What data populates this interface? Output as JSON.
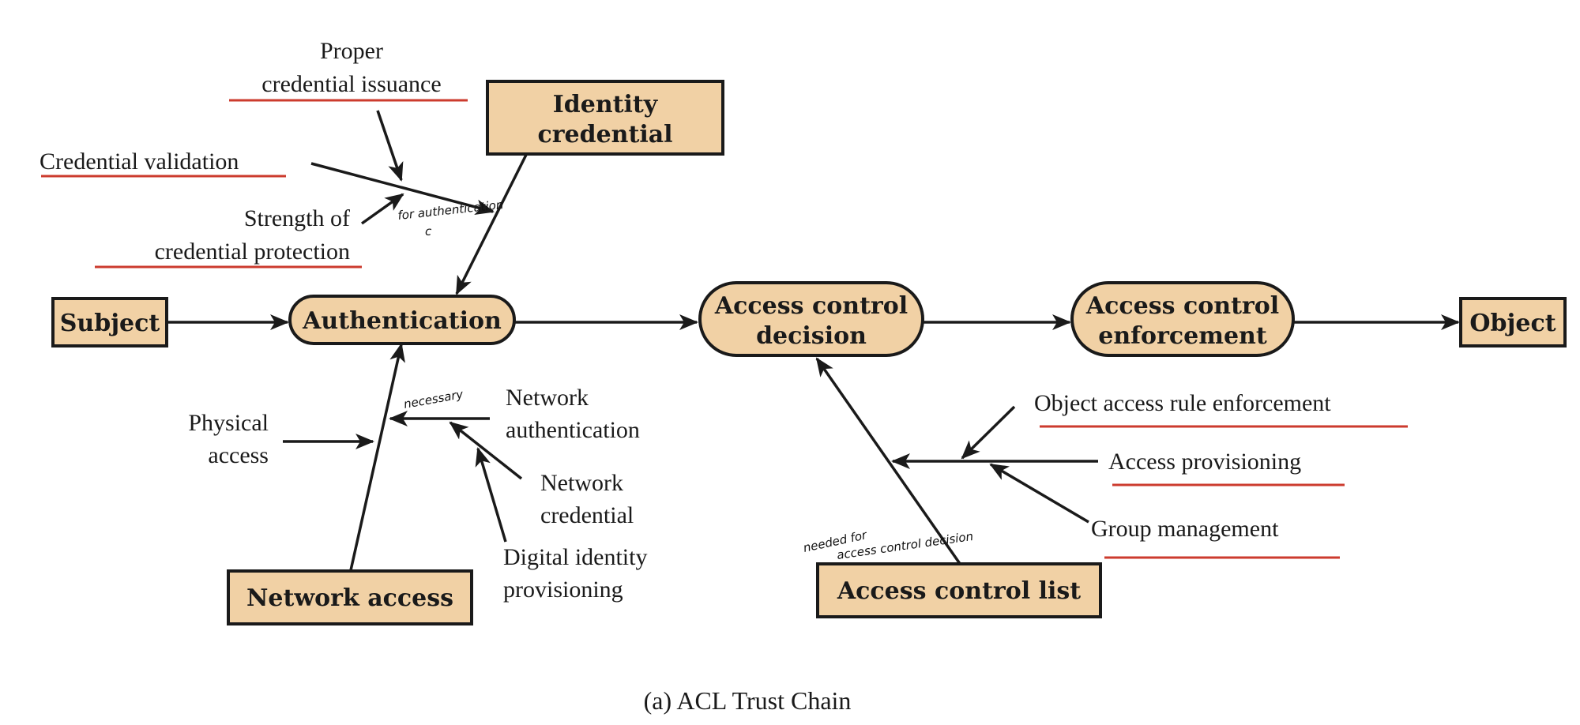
{
  "colors": {
    "box_fill": "#f1d1a5",
    "stroke": "#1a1a1a",
    "underline": "#cc3b2e"
  },
  "nodes": {
    "subject": "Subject",
    "authentication": "Authentication",
    "identity_credential": [
      "Identity",
      "credential"
    ],
    "access_control_decision": [
      "Access control",
      "decision"
    ],
    "access_control_enforcement": [
      "Access control",
      "enforcement"
    ],
    "object": "Object",
    "network_access": "Network access",
    "access_control_list": "Access control list"
  },
  "factors": {
    "proper_issuance": [
      "Proper",
      "credential issuance"
    ],
    "credential_validation": "Credential validation",
    "strength_protection": [
      "Strength of",
      "credential protection"
    ],
    "physical_access": [
      "Physical",
      "access"
    ],
    "network_authentication": [
      "Network",
      "authentication"
    ],
    "network_credential": [
      "Network",
      "credential"
    ],
    "digital_identity_provisioning": [
      "Digital identity",
      "provisioning"
    ],
    "object_access_rule": "Object access rule enforcement",
    "access_provisioning": "Access provisioning",
    "group_management": "Group management"
  },
  "annotations": {
    "for_authentication": "for authentication",
    "for_authentication_mark": "c",
    "necessary": "necessary",
    "needed_for": [
      "needed for",
      "access control decision"
    ]
  },
  "caption": "(a) ACL Trust Chain"
}
